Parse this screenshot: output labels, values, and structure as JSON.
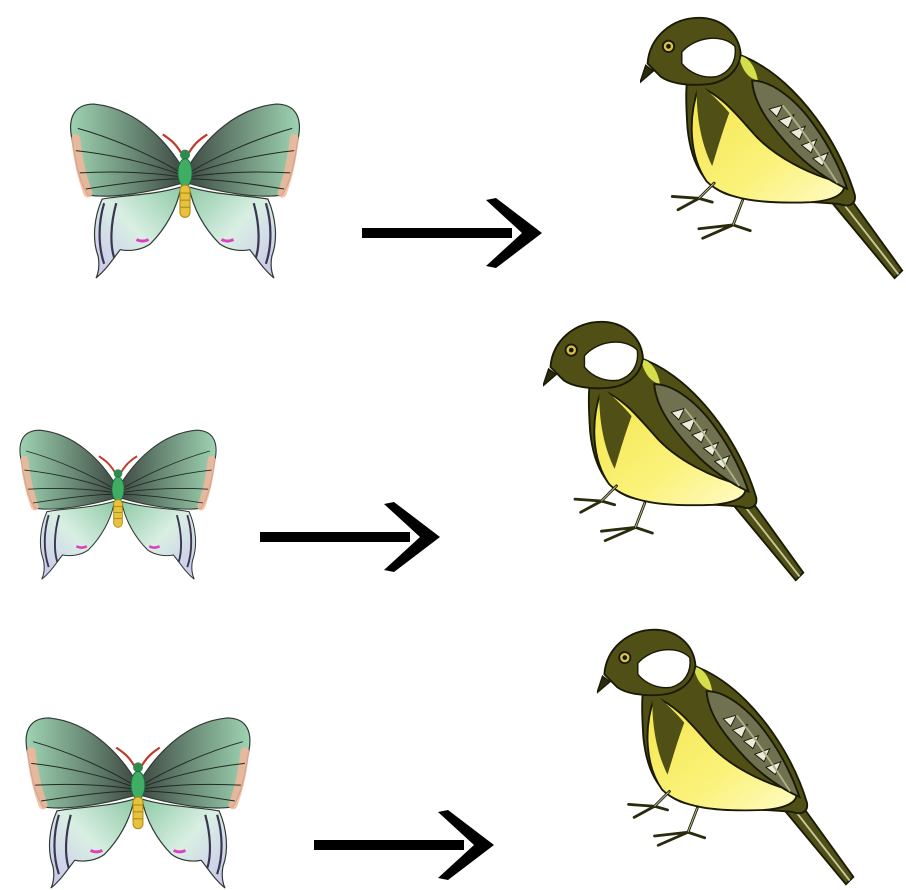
{
  "rows": [
    {
      "from": "butterfly",
      "relation": "arrow",
      "to": "bird"
    },
    {
      "from": "butterfly",
      "relation": "arrow",
      "to": "bird"
    },
    {
      "from": "butterfly",
      "relation": "arrow",
      "to": "bird"
    }
  ],
  "colors": {
    "butterfly_wing_dark": "#4e5a52",
    "butterfly_wing_green": "#8fcaa6",
    "butterfly_wing_light": "#d6ecdf",
    "butterfly_edge_pink": "#f2b69b",
    "butterfly_tail_lavender": "#c9c3ec",
    "butterfly_thorax_green": "#3fae64",
    "butterfly_abdomen_yellow": "#e8c23a",
    "butterfly_antenna_red": "#c0392b",
    "bird_head_olive": "#4f4f16",
    "bird_cheek_white": "#ffffff",
    "bird_belly_yellow": "#f8ee6c",
    "bird_belly_light": "#fffab0",
    "bird_wing_gray": "#6f7150",
    "bird_nape_yellow": "#d7de4c",
    "arrow_black": "#000000",
    "background": "#ffffff"
  },
  "icons": [
    "butterfly-icon",
    "arrow-right-icon",
    "bird-icon"
  ]
}
